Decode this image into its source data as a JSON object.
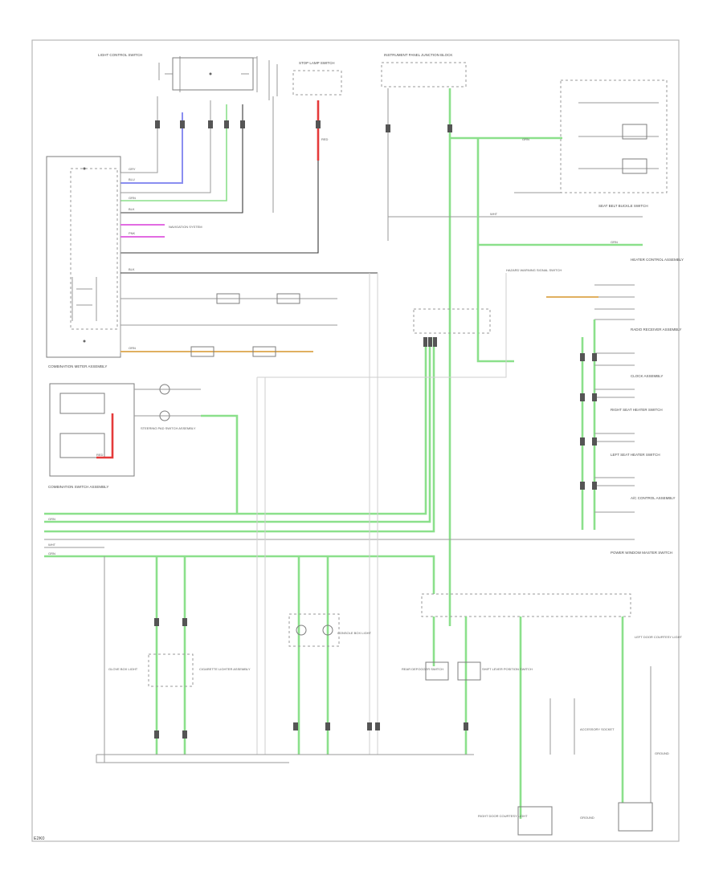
{
  "diagram": {
    "footer_code": "E2K0",
    "components": {
      "light_control_switch": "LIGHT CONTROL SWITCH",
      "combination_meter": "COMBINATION METER ASSEMBLY",
      "combination_switch": "COMBINATION SWITCH ASSEMBLY",
      "stop_lamp_sw": "STOP LAMP SWITCH",
      "junction_block": "INSTRUMENT PANEL JUNCTION BLOCK",
      "seat_belt_switch": "SEAT BELT BUCKLE SWITCH",
      "navigation": "NAVIGATION SYSTEM",
      "steering_pad": "STEERING PAD SWITCH ASSEMBLY",
      "hazard_switch": "HAZARD WARNING SIGNAL SWITCH",
      "heater_control": "HEATER CONTROL ASSEMBLY",
      "radio": "RADIO RECEIVER ASSEMBLY",
      "clock": "CLOCK ASSEMBLY",
      "ac_control": "A/C CONTROL ASSEMBLY",
      "power_window": "POWER WINDOW MASTER SWITCH",
      "shift_lever": "SHIFT LEVER POSITION SWITCH",
      "accessory_socket": "ACCESSORY SOCKET",
      "seat_heater_l": "LEFT SEAT HEATER SWITCH",
      "seat_heater_r": "RIGHT SEAT HEATER SWITCH",
      "glove_box": "GLOVE BOX LIGHT",
      "cigarette_lighter": "CIGARETTE LIGHTER ASSEMBLY",
      "console_box": "CONSOLE BOX LIGHT",
      "rear_defog": "REAR DEFOGGER SWITCH",
      "door_courtesy_l": "LEFT DOOR COURTESY LIGHT",
      "door_courtesy_r": "RIGHT DOOR COURTESY LIGHT",
      "ground_a": "GROUND",
      "ground_b": "GROUND"
    },
    "wire_labels": {
      "green": "GRN",
      "black": "BLK",
      "gray": "GRY",
      "white": "WHT",
      "red": "RED",
      "blue": "BLU",
      "pink": "PNK",
      "orange": "ORN"
    },
    "colors": {
      "green": "#8be08b",
      "black": "#3a3a3a",
      "gray": "#9a9a9a",
      "blue": "#8a8ef0",
      "pink": "#e26be2",
      "red": "#e53a3a",
      "orange": "#e0b060"
    }
  }
}
